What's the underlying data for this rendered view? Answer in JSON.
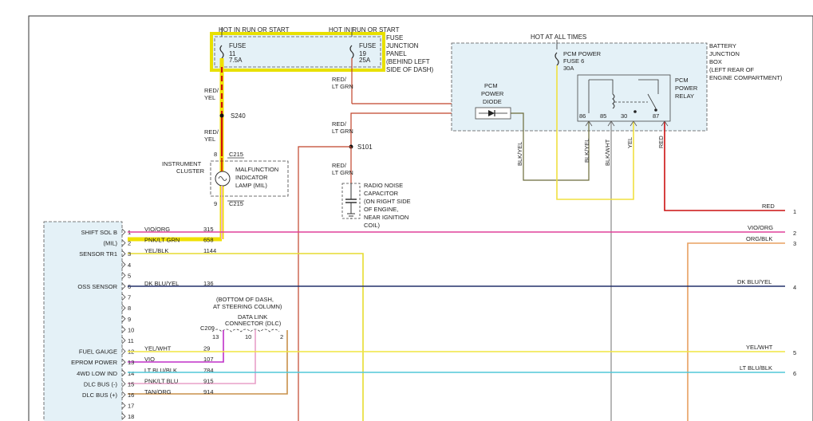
{
  "top_labels": {
    "hot_run_start_1": "HOT IN RUN OR START",
    "hot_run_start_2": "HOT IN RUN OR START",
    "hot_all_times": "HOT AT ALL TIMES"
  },
  "fuse_panel": {
    "lines": [
      "FUSE",
      "JUNCTION",
      "PANEL",
      "(BEHIND LEFT",
      "SIDE OF DASH)"
    ],
    "fuse11": {
      "title": "FUSE",
      "number": "11",
      "rating": "7.5A"
    },
    "fuse19": {
      "title": "FUSE",
      "number": "19",
      "rating": "25A"
    }
  },
  "battery_box": {
    "lines": [
      "BATTERY",
      "JUNCTION",
      "BOX",
      "(LEFT REAR OF",
      "ENGINE COMPARTMENT)"
    ],
    "fuse6": {
      "l1": "PCM POWER",
      "l2": "FUSE 6",
      "l3": "30A"
    },
    "diode": {
      "l1": "PCM",
      "l2": "POWER",
      "l3": "DIODE"
    },
    "relay": {
      "l1": "PCM",
      "l2": "POWER",
      "l3": "RELAY"
    },
    "pins": {
      "p86": "86",
      "p85": "85",
      "p30": "30",
      "p87": "87"
    }
  },
  "wires": {
    "red_yel_1": "RED/\nYEL",
    "red_yel_2": "RED/\nYEL",
    "red_ltgrn_1": "RED/\nLT GRN",
    "red_ltgrn_2": "RED/\nLT GRN",
    "red_ltgrn_3": "RED/\nLT GRN",
    "blk_yel_a": "BLK/YEL",
    "blk_yel_b": "BLK/YEL",
    "blk_wht": "BLK/WHT",
    "yel": "YEL",
    "red": "RED"
  },
  "splices": {
    "s240": "S240",
    "s101": "S101"
  },
  "connectors": {
    "c215_top": "C215",
    "c215_bot": "C215",
    "pin8": "8",
    "pin9": "9",
    "c209": "C209"
  },
  "cluster": {
    "name_l1": "INSTRUMENT",
    "name_l2": "CLUSTER",
    "mil_l1": "MALFUNCTION",
    "mil_l2": "INDICATOR",
    "mil_l3": "LAMP (MIL)"
  },
  "capacitor": {
    "lines": [
      "RADIO NOISE",
      "CAPACITOR",
      "(ON RIGHT SIDE",
      "OF ENGINE,",
      "NEAR IGNITION",
      "COIL)"
    ]
  },
  "dlc": {
    "loc_l1": "(BOTTOM OF DASH,",
    "loc_l2": "AT STEERING COLUMN)",
    "name_l1": "DATA LINK",
    "name_l2": "CONNECTOR (DLC)",
    "pins": [
      "13",
      "10",
      "2"
    ]
  },
  "pcm_pins": [
    {
      "n": "1",
      "label": "SHIFT SOL B",
      "wire": "VIO/ORG",
      "circuit": "315",
      "color": "#e0409a"
    },
    {
      "n": "2",
      "label": "(MIL)",
      "wire": "PNK/LT GRN",
      "circuit": "658",
      "color": "#f0b8c8"
    },
    {
      "n": "3",
      "label": "SENSOR TR1",
      "wire": "YEL/BLK",
      "circuit": "1144",
      "color": "#e6dc30"
    },
    {
      "n": "4",
      "label": "",
      "wire": "",
      "circuit": "",
      "color": ""
    },
    {
      "n": "5",
      "label": "",
      "wire": "",
      "circuit": "",
      "color": ""
    },
    {
      "n": "6",
      "label": "OSS SENSOR",
      "wire": "DK BLU/YEL",
      "circuit": "136",
      "color": "#23306a"
    },
    {
      "n": "7",
      "label": "",
      "wire": "",
      "circuit": "",
      "color": ""
    },
    {
      "n": "8",
      "label": "",
      "wire": "",
      "circuit": "",
      "color": ""
    },
    {
      "n": "9",
      "label": "",
      "wire": "",
      "circuit": "",
      "color": ""
    },
    {
      "n": "10",
      "label": "",
      "wire": "",
      "circuit": "",
      "color": ""
    },
    {
      "n": "11",
      "label": "",
      "wire": "",
      "circuit": "",
      "color": ""
    },
    {
      "n": "12",
      "label": "FUEL GAUGE",
      "wire": "YEL/WHT",
      "circuit": "29",
      "color": "#f0e640"
    },
    {
      "n": "13",
      "label": "EPROM POWER",
      "wire": "VIO",
      "circuit": "107",
      "color": "#c030c8"
    },
    {
      "n": "14",
      "label": "4WD LOW IND",
      "wire": "LT BLU/BLK",
      "circuit": "784",
      "color": "#50c8d8"
    },
    {
      "n": "15",
      "label": "DLC BUS (-)",
      "wire": "PNK/LT BLU",
      "circuit": "915",
      "color": "#e8a0c8"
    },
    {
      "n": "16",
      "label": "DLC BUS (+)",
      "wire": "TAN/ORG",
      "circuit": "914",
      "color": "#c8904a"
    },
    {
      "n": "17",
      "label": "",
      "wire": "",
      "circuit": "",
      "color": ""
    },
    {
      "n": "18",
      "label": "",
      "wire": "",
      "circuit": "",
      "color": ""
    }
  ],
  "right_terminals": [
    {
      "n": "1",
      "wire": "RED"
    },
    {
      "n": "2",
      "wire": "VIO/ORG"
    },
    {
      "n": "3",
      "wire": "ORG/BLK"
    },
    {
      "n": "4",
      "wire": "DK BLU/YEL"
    },
    {
      "n": "5",
      "wire": "YEL/WHT"
    },
    {
      "n": "6",
      "wire": "LT BLU/BLK"
    }
  ]
}
